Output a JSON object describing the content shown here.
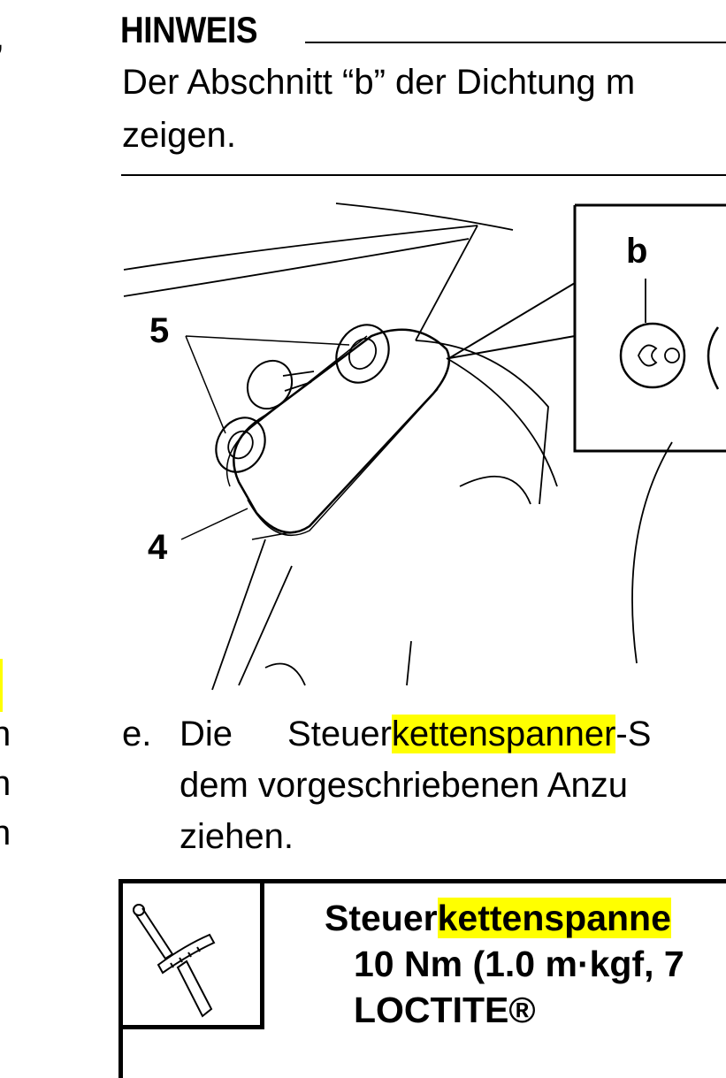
{
  "left_column_fragments": {
    "comma": ",",
    "hyphen": "-",
    "n1": "n",
    "n2": "n",
    "n3": "n"
  },
  "note": {
    "heading": "HINWEIS",
    "line1": "Der Abschnitt “b” der Dichtung m",
    "line2": "zeigen."
  },
  "figure": {
    "labels": {
      "five": "5",
      "four": "4",
      "b": "b"
    }
  },
  "step_e": {
    "marker": "e.",
    "line1_pre": "Die",
    "line1_word_pre": "Steuer",
    "line1_highlight": "kettenspanner",
    "line1_post": "-S",
    "line2": "dem vorgeschriebenen Anzu",
    "line3": "ziehen."
  },
  "spec_box": {
    "icon": "torque-wrench-icon",
    "title_pre": "Steuer",
    "title_highlight": "kettenspanne",
    "torque": "10 Nm (1.0 m·kgf, 7",
    "sealant": "LOCTITE®"
  },
  "colors": {
    "highlight": "#ffff00"
  }
}
